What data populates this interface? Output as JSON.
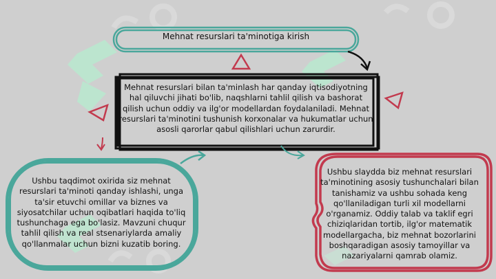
{
  "colors": {
    "background": "#cfcfcf",
    "teal": "#4aa79b",
    "red": "#c23a4e",
    "black": "#111111",
    "watermark": "#b9e9cf"
  },
  "title_box": {
    "text": "Mehnat resurslari ta'minotiga kirish"
  },
  "center_box": {
    "text": "Mehnat resurslari bilan ta'minlash har qanday iqtisodiyotning hal qiluvchi jihati bo'lib, naqshlarni tahlil qilish va bashorat qilish uchun oddiy va ilg'or modellardan foydalaniladi. Mehnat resurslari ta'minotini tushunish korxonalar va hukumatlar uchun asosli qarorlar qabul qilishlari uchun zarurdir."
  },
  "left_box": {
    "text": "Ushbu taqdimot oxirida siz mehnat resurslari ta'minoti qanday ishlashi, unga ta'sir etuvchi omillar va biznes va siyosatchilar uchun oqibatlari haqida to'liq tushunchaga ega bo'lasiz. Mavzuni chuqur tahlil qilish va real stsenariylarda amaliy qo'llanmalar uchun bizni kuzatib boring."
  },
  "right_box": {
    "text": "Ushbu slaydda biz mehnat resurslari ta'minotining asosiy tushunchalari bilan tanishamiz va ushbu sohada keng qo'llaniladigan turli xil modellarni o'rganamiz. Oddiy talab va taklif egri chiziqlaridan tortib, ilg'or matematik modellargacha, biz mehnat bozorlarini boshqaradigan asosiy tamoyillar va nazariyalarni qamrab olamiz."
  },
  "icons": [
    "watermark-logo-icon",
    "triangle-icon",
    "arrow-icon"
  ]
}
